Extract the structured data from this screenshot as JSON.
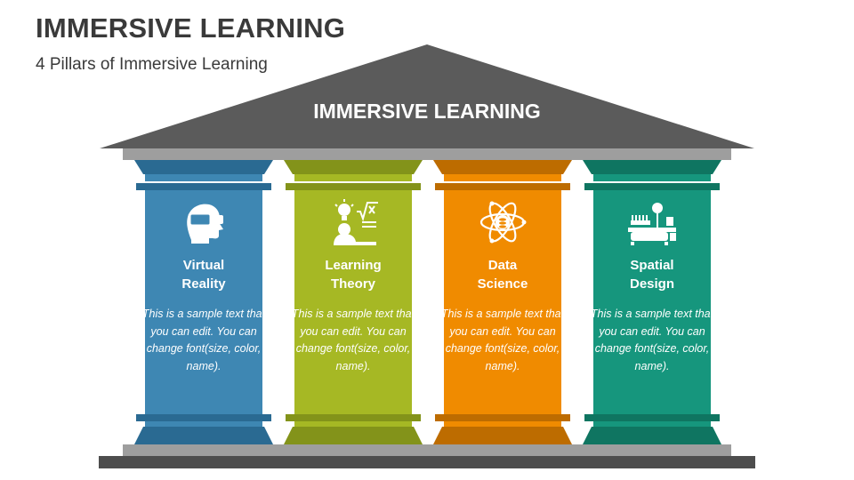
{
  "header": {
    "title": "IMMERSIVE LEARNING",
    "subtitle": "4 Pillars of Immersive Learning"
  },
  "roof": {
    "label": "IMMERSIVE LEARNING",
    "color": "#5b5b5b"
  },
  "base_color": "#4d4d4d",
  "ledge_color": "#9e9e9e",
  "pillars": [
    {
      "label": "Virtual\nReality",
      "description": "This is a sample text that you can edit. You can change font(size, color, name).",
      "icon": "vr-headset-icon",
      "color": "#3e87b3",
      "dark": "#2a6a92"
    },
    {
      "label": "Learning\nTheory",
      "description": "This is a sample text that you can edit. You can change font(size, color, name).",
      "icon": "learning-idea-icon",
      "color": "#a6b824",
      "dark": "#83931a"
    },
    {
      "label": "Data\nScience",
      "description": "This is a sample text that you can edit. You can change font(size, color, name).",
      "icon": "data-science-atom-icon",
      "color": "#f08b00",
      "dark": "#bd6c00"
    },
    {
      "label": "Spatial\nDesign",
      "description": "This is a sample text that you can edit. You can change font(size, color, name).",
      "icon": "spatial-design-icon",
      "color": "#16967d",
      "dark": "#0f7561"
    }
  ]
}
